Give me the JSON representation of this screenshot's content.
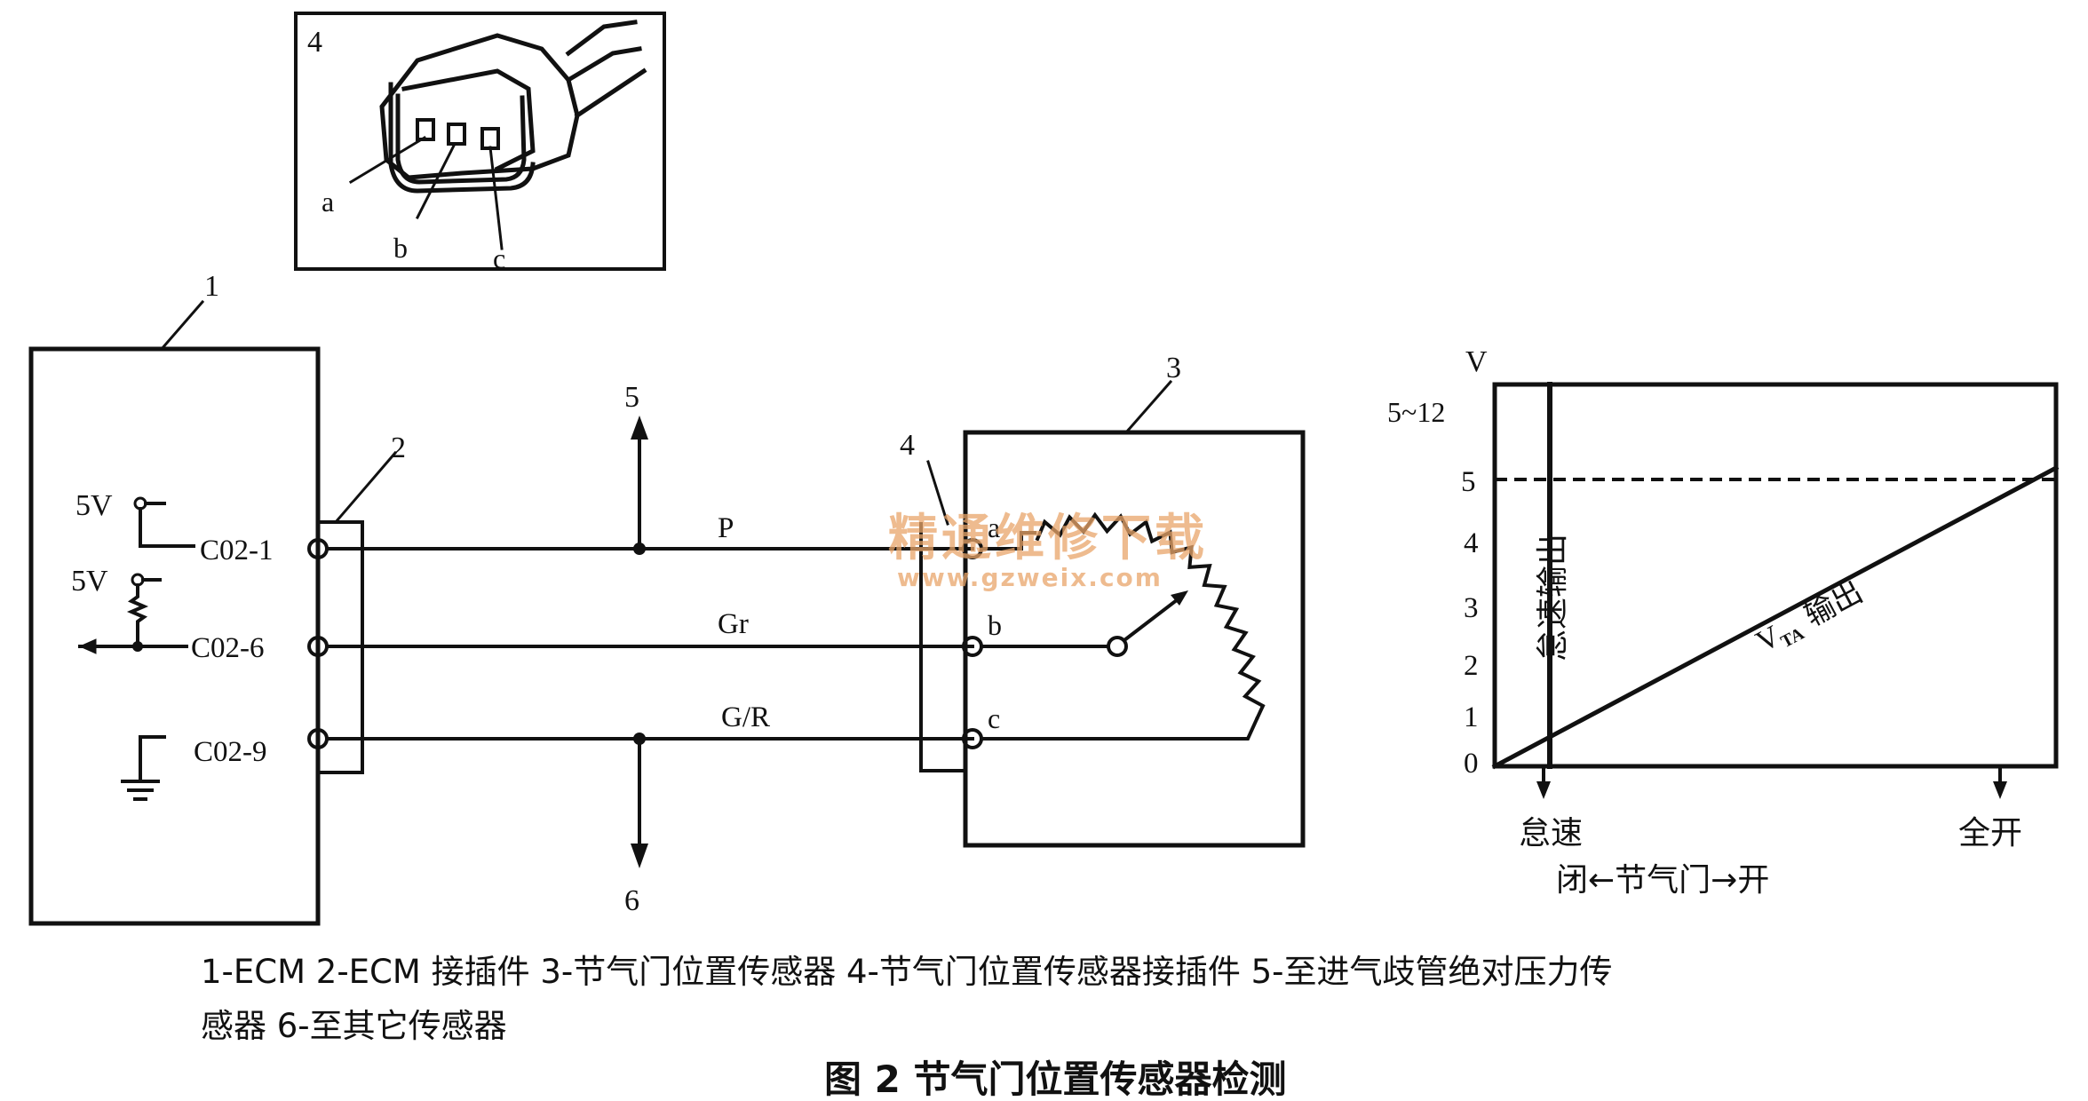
{
  "figure_caption": "图 2   节气门位置传感器检测",
  "legend_text": {
    "line1": "1-ECM   2-ECM 接插件   3-节气门位置传感器   4-节气门位置传感器接插件   5-至进气歧管绝对压力传",
    "line2": "感器   6-至其它传感器"
  },
  "callouts": {
    "ecm": "1",
    "ecm_connector": "2",
    "tps": "3",
    "tps_connector": "4",
    "to_map": "5",
    "to_other": "6"
  },
  "inset": {
    "label": "4",
    "pins": [
      "a",
      "b",
      "c"
    ]
  },
  "ecm": {
    "supply_labels": [
      "5V",
      "5V"
    ],
    "pins": [
      "C02-1",
      "C02-6",
      "C02-9"
    ]
  },
  "wires": [
    "P",
    "Gr",
    "G/R"
  ],
  "tps_pins": [
    "a",
    "b",
    "c"
  ],
  "graph": {
    "y_axis_label": "V",
    "y_ticks": [
      "5~12",
      "5",
      "4",
      "3",
      "2",
      "1",
      "0"
    ],
    "idle_output_label": "怠速输出",
    "vta_label_main": "V",
    "vta_label_sub": "TA",
    "vta_label_suffix": "输出",
    "x_tick_idle": "怠速",
    "x_tick_full": "全开",
    "x_axis_label": "闭←节气门→开"
  },
  "watermark": {
    "title": "精通维修下载",
    "url": "www.gzweix.com"
  },
  "colors": {
    "ink": "#111111",
    "watermark": "#e9a56a"
  }
}
